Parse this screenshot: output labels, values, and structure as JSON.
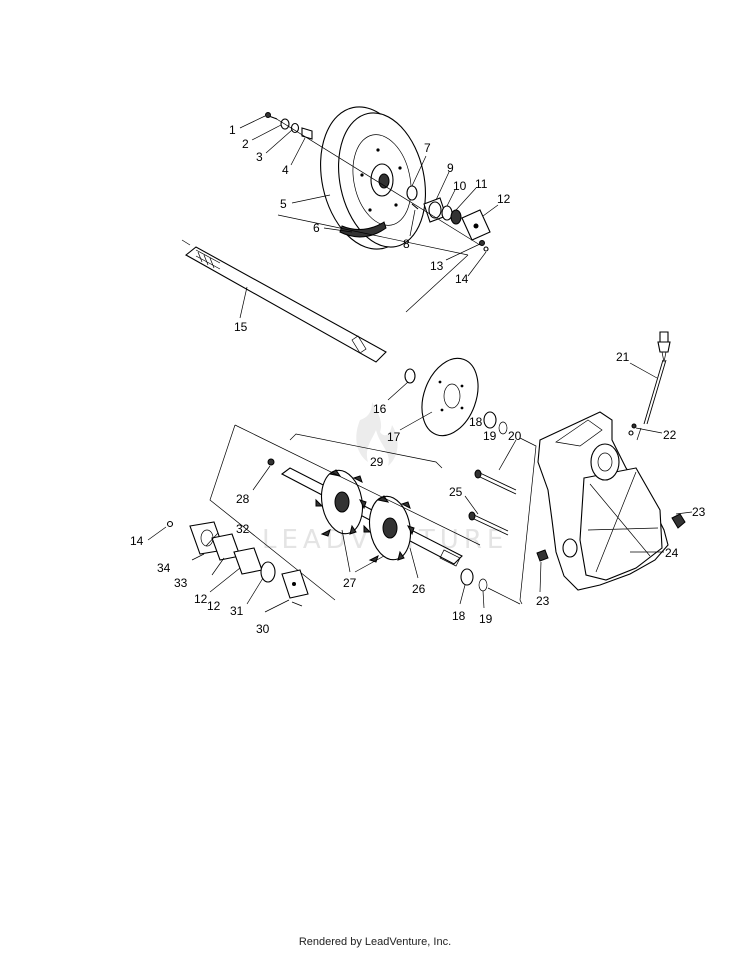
{
  "callouts": [
    {
      "id": "1",
      "text": "1"
    },
    {
      "id": "2",
      "text": "2"
    },
    {
      "id": "3",
      "text": "3"
    },
    {
      "id": "4",
      "text": "4"
    },
    {
      "id": "5",
      "text": "5"
    },
    {
      "id": "6",
      "text": "6"
    },
    {
      "id": "7",
      "text": "7"
    },
    {
      "id": "8",
      "text": "8"
    },
    {
      "id": "9",
      "text": "9"
    },
    {
      "id": "10",
      "text": "10"
    },
    {
      "id": "11",
      "text": "11"
    },
    {
      "id": "12a",
      "text": "12"
    },
    {
      "id": "13",
      "text": "13"
    },
    {
      "id": "14a",
      "text": "14"
    },
    {
      "id": "15",
      "text": "15"
    },
    {
      "id": "16",
      "text": "16"
    },
    {
      "id": "17",
      "text": "17"
    },
    {
      "id": "18a",
      "text": "18"
    },
    {
      "id": "19a",
      "text": "19"
    },
    {
      "id": "20",
      "text": "20"
    },
    {
      "id": "21",
      "text": "21"
    },
    {
      "id": "22",
      "text": "22"
    },
    {
      "id": "23a",
      "text": "23"
    },
    {
      "id": "24",
      "text": "24"
    },
    {
      "id": "25",
      "text": "25"
    },
    {
      "id": "23b",
      "text": "23"
    },
    {
      "id": "28",
      "text": "28"
    },
    {
      "id": "29",
      "text": "29"
    },
    {
      "id": "14b",
      "text": "14"
    },
    {
      "id": "32",
      "text": "32"
    },
    {
      "id": "34",
      "text": "34"
    },
    {
      "id": "33",
      "text": "33"
    },
    {
      "id": "12b",
      "text": "12"
    },
    {
      "id": "31",
      "text": "31"
    },
    {
      "id": "12c",
      "text": "12"
    },
    {
      "id": "30",
      "text": "30"
    },
    {
      "id": "27",
      "text": "27"
    },
    {
      "id": "26",
      "text": "26"
    },
    {
      "id": "18b",
      "text": "18"
    },
    {
      "id": "19b",
      "text": "19"
    }
  ],
  "watermark": "LEADVENTURE",
  "footer": "Rendered by LeadVenture, Inc."
}
